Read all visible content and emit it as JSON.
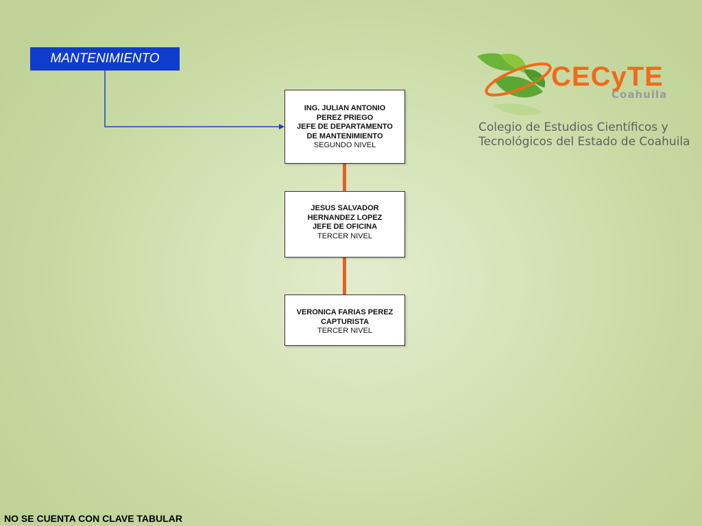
{
  "department": {
    "label": "MANTENIMIENTO"
  },
  "org_chart": {
    "nodes": [
      {
        "name_line1": "ING. JULIAN ANTONIO",
        "name_line2": "PEREZ PRIEGO",
        "role_line1": "JEFE DE DEPARTAMENTO",
        "role_line2": "DE MANTENIMIENTO",
        "level": "SEGUNDO NIVEL"
      },
      {
        "name_line1": "JESUS SALVADOR",
        "name_line2": "HERNANDEZ LOPEZ",
        "role": "JEFE DE OFICINA",
        "level": "TERCER NIVEL"
      },
      {
        "name": "VERONICA FARIAS PEREZ",
        "role": "CAPTURISTA",
        "level": "TERCER NIVEL"
      }
    ]
  },
  "logo": {
    "brand": "CECyTE",
    "state": "Coahuila",
    "line1": "Colegio de Estudios Científicos y",
    "line2": "Tecnológicos del Estado de Coahuila"
  },
  "footer": {
    "note": "NO SE CUENTA CON CLAVE TABULAR"
  },
  "colors": {
    "department_label_bg": "#0f3ccc",
    "arrow_line": "#1a3fd0",
    "vertical_connector": "#e0622a",
    "logo_orange": "#f06a1a",
    "logo_green": "#5aa832"
  }
}
